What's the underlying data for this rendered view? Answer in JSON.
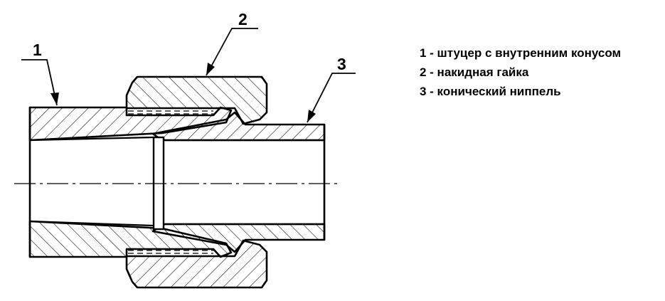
{
  "callouts": {
    "part1": "1",
    "part2": "2",
    "part3": "3"
  },
  "legend": [
    "1 - штуцер с внутренним конусом",
    "2 - накидная гайка",
    "3 - конический ниппель"
  ],
  "colors": {
    "line": "#000000",
    "background": "#ffffff"
  }
}
